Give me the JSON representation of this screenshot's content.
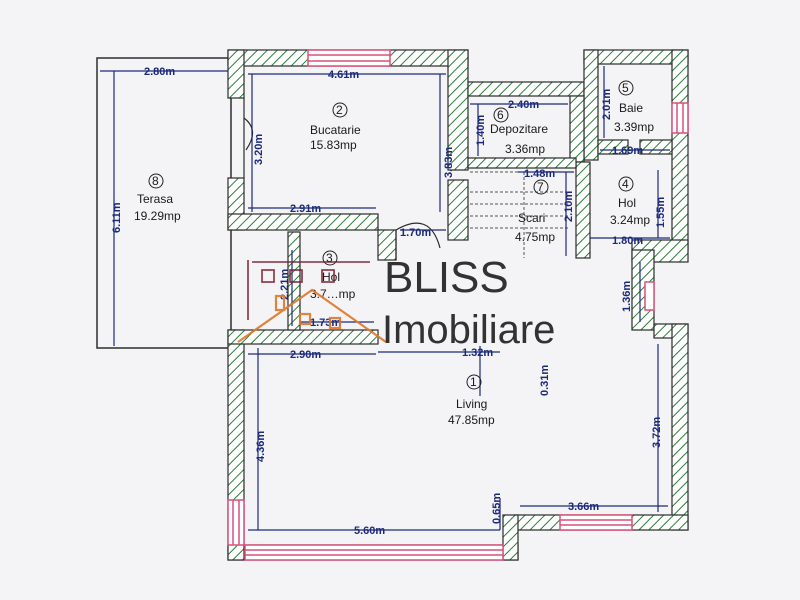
{
  "rooms": [
    {
      "num": "1",
      "name": "Living",
      "area": "47.85mp"
    },
    {
      "num": "2",
      "name": "Bucatarie",
      "area": "15.83mp"
    },
    {
      "num": "3",
      "name": "Hol",
      "area": "3.7…mp"
    },
    {
      "num": "4",
      "name": "Hol",
      "area": "3.24mp"
    },
    {
      "num": "5",
      "name": "Baie",
      "area": "3.39mp"
    },
    {
      "num": "6",
      "name": "Depozitare",
      "area": "3.36mp"
    },
    {
      "num": "7",
      "name": "Scari",
      "area": "4.75mp"
    },
    {
      "num": "8",
      "name": "Terasa",
      "area": "19.29mp"
    }
  ],
  "dimensions": {
    "terasa_width": "2.80m",
    "terasa_height": "6.11m",
    "bucatarie_width": "4.61m",
    "bucatarie_depth": "3.20m",
    "bucatarie_right": "3.83m",
    "bucatarie_bottom": "2.91m",
    "hall_opening": "1.70m",
    "depozitare_width": "2.40m",
    "depozitare_depth": "1.40m",
    "scari_width": "1.48m",
    "scari_depth": "2.10m",
    "baie_depth": "2.01m",
    "baie_width": "1.69m",
    "hol4_depth": "1.55m",
    "hol4_width": "1.80m",
    "right_small": "1.36m",
    "hol3_width": "1.73m",
    "hol3_height": "2.21m",
    "living_top_left": "2.90m",
    "living_top_mid": "1.32m",
    "living_step": "0.31m",
    "living_left": "4.36m",
    "living_right": "3.72m",
    "living_bottom": "5.60m",
    "living_notch": "0.65m",
    "living_bottom_right": "3.66m"
  },
  "brand": {
    "line1": "BLISS",
    "line2": "Imobiliare"
  },
  "colors": {
    "wall_hatch": "#2e7d3a",
    "dimension": "#1c2a7a",
    "window": "#d9507a",
    "logo_accent": "#e07a2e",
    "logo_dark": "#7a1e2e"
  }
}
